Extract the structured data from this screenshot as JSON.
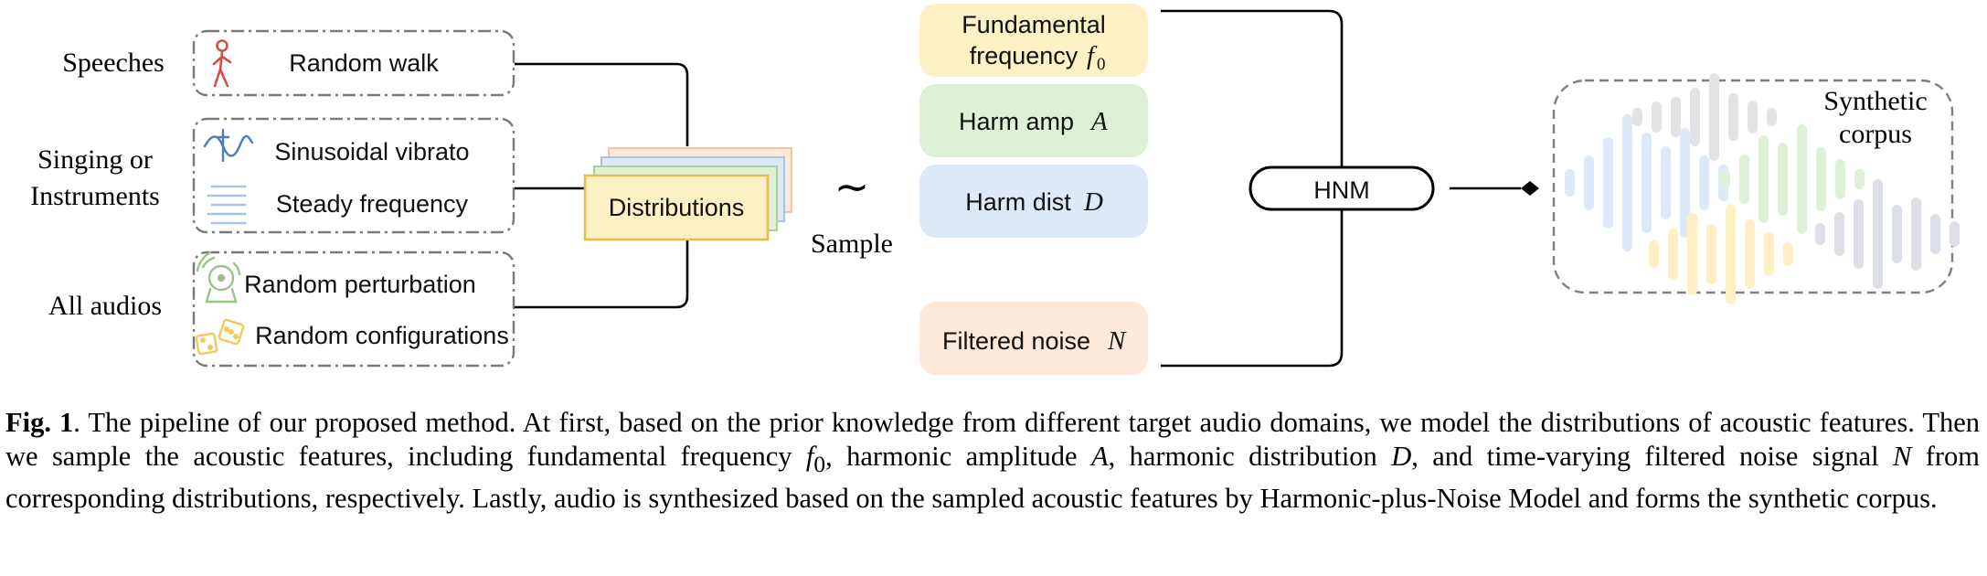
{
  "diagram": {
    "left_labels": {
      "speeches": "Speeches",
      "singing_line1": "Singing or",
      "singing_line2": "Instruments",
      "all_audios": "All audios"
    },
    "methods": {
      "random_walk": "Random walk",
      "sinusoidal_vibrato": "Sinusoidal vibrato",
      "steady_frequency": "Steady frequency",
      "random_perturbation": "Random perturbation",
      "random_configurations": "Random configurations"
    },
    "distributions": "Distributions",
    "tilde": "∼",
    "sample": "Sample",
    "features": {
      "f0_line1": "Fundamental",
      "f0_line2": "frequency",
      "f0_symbol": "f",
      "f0_sub": "0",
      "harm_amp": "Harm amp",
      "harm_amp_symbol": "A",
      "harm_dist": "Harm dist",
      "harm_dist_symbol": "D",
      "noise": "Filtered noise",
      "noise_symbol": "N"
    },
    "hnm": "HNM",
    "corpus_line1": "Synthetic",
    "corpus_line2": "corpus",
    "colors": {
      "yellow_fill": "#fdf0c4",
      "yellow_stroke": "#e3c04a",
      "green_fill": "#dff0d9",
      "blue_fill": "#dde9f6",
      "orange_fill": "#fde8d9",
      "walk_icon": "#d1504a",
      "vibrato_icon": "#4b7cc0",
      "steady_icon": "#a8c4e4",
      "perturb_icon": "#9ac38c",
      "dice_icon": "#f3c95c"
    }
  },
  "caption": {
    "fig_label": "Fig. 1",
    "part1": ". The pipeline of our proposed method. At first, based on the prior knowledge from different target audio domains, we model the distributions of acoustic features. Then we sample the acoustic features, including fundamental frequency ",
    "f0_var": "f",
    "f0_sub": "0",
    "part2": ", harmonic amplitude ",
    "a_var": "A",
    "part3": ", harmonic distribution ",
    "d_var": "D",
    "part4": ", and time-varying filtered noise signal ",
    "n_var": "N",
    "part5": " from corresponding distributions, respectively. Lastly, audio is synthesized based on the sampled acoustic features by Harmonic-plus-Noise Model and forms the synthetic corpus."
  }
}
